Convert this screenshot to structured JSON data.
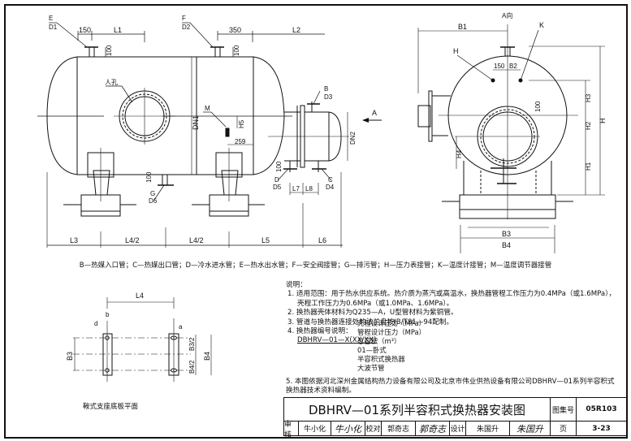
{
  "drawing": {
    "view_direction_label": "A向",
    "arrow_label": "A",
    "manhole_label": "人孔",
    "side_view_labels": {
      "nozzle_E": "E",
      "nozzle_E_size": "D1",
      "nozzle_F": "F",
      "nozzle_F_size": "D2",
      "nozzle_B": "B",
      "nozzle_B_size": "D3",
      "nozzle_C": "C",
      "nozzle_C_size": "D4",
      "nozzle_D": "D",
      "nozzle_D_size": "D5",
      "nozzle_G": "G",
      "nozzle_G_size": "D6",
      "nozzle_M": "M",
      "dim_150": "150",
      "dim_L1": "L1",
      "dim_350": "350",
      "dim_L2": "L2",
      "dim_100a": "100",
      "dim_100b": "100",
      "dim_100c": "100",
      "dim_100d": "100",
      "dim_DN1": "DN1",
      "dim_DN2": "DN2",
      "dim_H5": "H5",
      "dim_259": "259",
      "dim_L7": "L7",
      "dim_L8": "L8",
      "dim_L3": "L3",
      "dim_L4_2a": "L4/2",
      "dim_L4_2b": "L4/2",
      "dim_L5": "L5",
      "dim_L6": "L6"
    },
    "end_view_labels": {
      "dim_B1": "B1",
      "nozzle_H": "H",
      "nozzle_K": "K",
      "dim_150": "150",
      "dim_B2": "B2",
      "dim_H3": "H3",
      "dim_H2": "H2",
      "dim_H": "H",
      "dim_H1": "H1",
      "dim_H4": "H4",
      "dim_100": "100",
      "dim_B3": "B3",
      "dim_B4": "B4"
    },
    "base_plan_labels": {
      "dim_L4": "L4",
      "dim_b": "b",
      "dim_d": "d",
      "dim_a": "a",
      "dim_B3": "B3",
      "dim_B3_2": "B3/2",
      "dim_B4_2": "B4/2",
      "dim_B4": "B4",
      "caption": "鞍式支座底板平面"
    }
  },
  "legend": "B—热媒入口管；C—热媒出口管；D—冷水进水管；E—热水出水管；F—安全阀接管；G—排污管；H—压力表接管；K—温度计接管；M—温度调节器接管",
  "notes": {
    "heading": "说明：",
    "item1_line1": "1.  适用范围：用于热水供应系统。热介质为蒸汽或高温水，换热器管程工作压力为0.4MPa（或1.6MPa），",
    "item1_line2": "壳程工作压力为0.6MPa（或1.0MPa、1.6MPa）。",
    "item2": "2.  换热器壳体材料为Q235—A，U型管材料为紫铜管。",
    "item3": "3.  管道与换热器连接处的法兰盘按JB/T81—94配制。",
    "item4": "4.  换热器编号说明：",
    "model_code": "DBHRV—01—X(XX/XX)",
    "code_items": [
      "壳程设计压力（MPa）",
      "管程设计压力（MPa）",
      "总容积（m³）",
      "01—卧式",
      "半容积式换热器",
      "大波节管"
    ],
    "item5_line1": "5.  本图依据河北深州金属结构热力设备有限公司及北京市伟业供热设备有限公司DBHRV—01系列半容积式",
    "item5_line2": "换热器技术资料编制。"
  },
  "title_block": {
    "title": "DBHRV—01系列半容积式换热器安装图",
    "atlas_label": "图集号",
    "atlas_no": "05R103",
    "review_label": "审核",
    "reviewer": "牛小化",
    "reviewer_sig": "牛小化",
    "check_label": "校对",
    "checker": "郭奇志",
    "checker_sig": "郭奇志",
    "design_label": "设计",
    "designer": "朱国升",
    "designer_sig": "朱国升",
    "page_label": "页",
    "page_no": "3-23"
  }
}
